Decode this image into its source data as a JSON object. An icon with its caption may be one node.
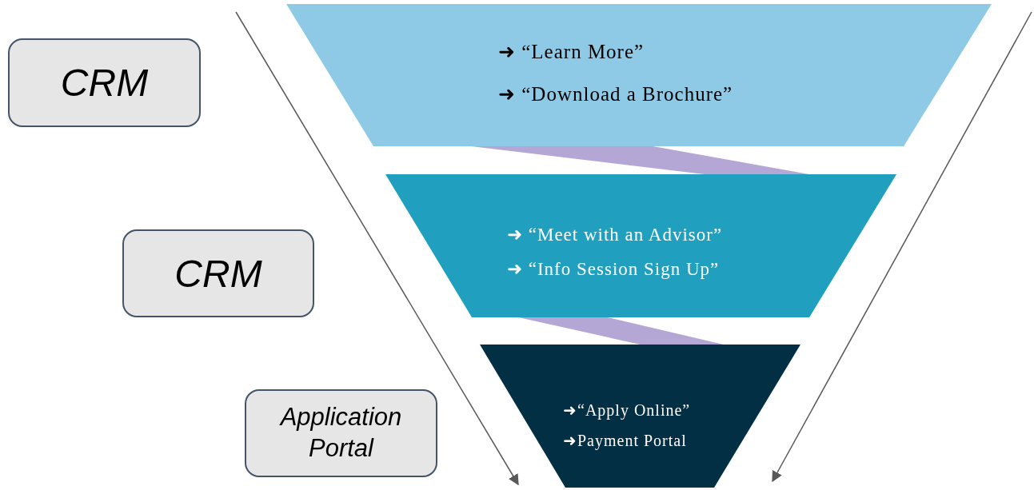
{
  "diagram": {
    "nodes": [
      {
        "text": [
          "➜ “Learn More”",
          "➜ “Download a Brochure”"
        ]
      },
      {
        "text": [
          "CRM"
        ]
      },
      {
        "text": [
          "➜ “Meet with an Advisor”",
          "➜ “Info Session Sign Up”"
        ]
      },
      {
        "text": [
          "CRM"
        ]
      },
      {
        "text": [
          "➜“Apply Online”",
          "➜Payment Portal"
        ]
      },
      {
        "text": [
          "Application Portal"
        ]
      }
    ],
    "edges": [
      {
        "from": 0,
        "to": 2,
        "arrow": "none",
        "style": "thick",
        "color": "#b4a7d6"
      },
      {
        "from": 2,
        "to": 4,
        "arrow": "none",
        "style": "thick",
        "color": "#b4a7d6"
      }
    ]
  }
}
